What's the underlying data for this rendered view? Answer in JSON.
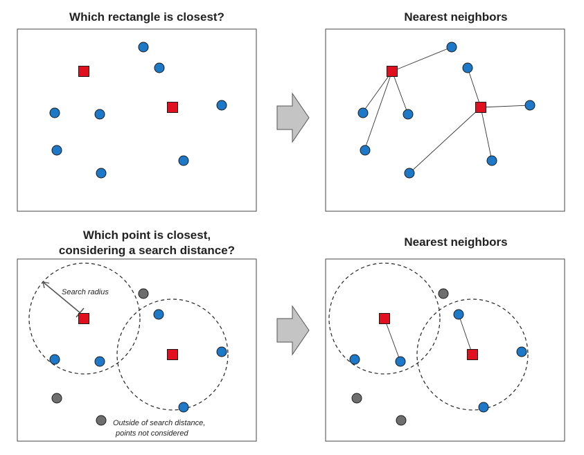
{
  "colors": {
    "point": "#1e78c8",
    "target": "#e0101e",
    "excluded": "#6e6e6e",
    "arrow": "#c4c4c4"
  },
  "panels": {
    "top_left": {
      "title": "Which rectangle is closest?"
    },
    "top_right": {
      "title": "Nearest neighbors"
    },
    "bottom_left": {
      "title_line1": "Which point is closest,",
      "title_line2": "considering a search distance?",
      "radius_label": "Search radius",
      "outside_line1": "Outside of search distance,",
      "outside_line2": "points not considered"
    },
    "bottom_right": {
      "title": "Nearest neighbors"
    }
  },
  "icons": {
    "arrow": "right-arrow-icon"
  }
}
